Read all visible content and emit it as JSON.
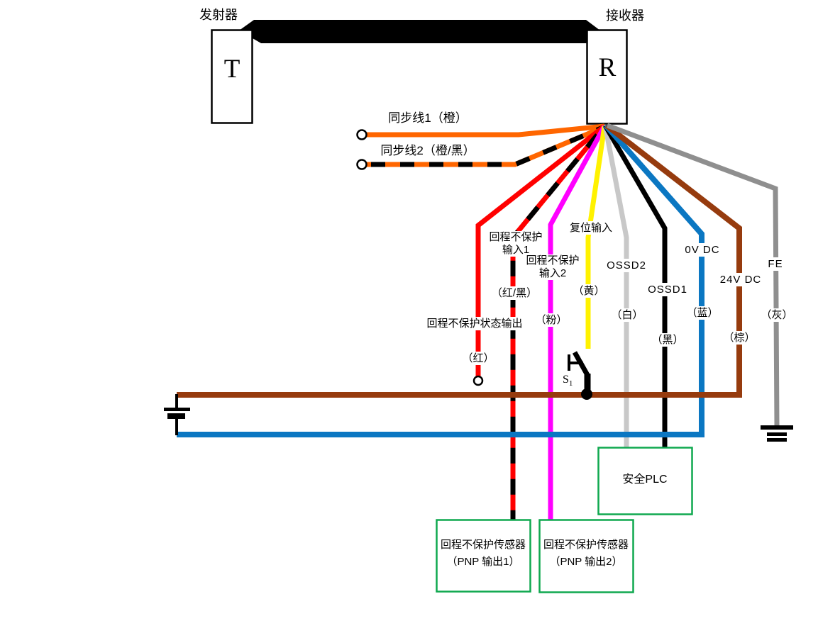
{
  "colors": {
    "orange": "#FF6600",
    "red": "#FF0000",
    "pink": "#FF00FF",
    "yellow": "#FFF200",
    "white_wire": "#C8C8C8",
    "black": "#000000",
    "blue": "#0B77C2",
    "brown": "#963B0E",
    "gray": "#8F8F8F",
    "green": "#0FA84F"
  },
  "transmitter": {
    "label": "发射器",
    "letter": "T"
  },
  "receiver": {
    "label": "接收器",
    "letter": "R"
  },
  "sync1": {
    "label": "同步线1（橙）"
  },
  "sync2": {
    "label": "同步线2（橙/黑）"
  },
  "wires": {
    "status_output": {
      "label": "回程不保护状态输出",
      "color_label": "（红）"
    },
    "input1": {
      "label_line1": "回程不保护",
      "label_line2": "输入1",
      "color_label": "（红/黑）"
    },
    "input2": {
      "label_line1": "回程不保护",
      "label_line2": "输入2",
      "color_label": "（粉）"
    },
    "reset": {
      "label": "复位输入",
      "color_label": "（黄）"
    },
    "ossd2": {
      "label": "OSSD2",
      "color_label": "（白）"
    },
    "ossd1": {
      "label": "OSSD1",
      "color_label": "（黑）"
    },
    "power_0v": {
      "label": "0V DC",
      "color_label": "（蓝）"
    },
    "power_24v": {
      "label": "24V DC",
      "color_label": "（棕）"
    },
    "fe": {
      "label": "FE",
      "color_label": "（灰）"
    }
  },
  "switch": {
    "base": "S",
    "sub": "1"
  },
  "plc": {
    "label": "安全PLC"
  },
  "sensor1": {
    "line1": "回程不保护传感器",
    "line2": "（PNP 输出1）"
  },
  "sensor2": {
    "line1": "回程不保护传感器",
    "line2": "（PNP 输出2）"
  }
}
